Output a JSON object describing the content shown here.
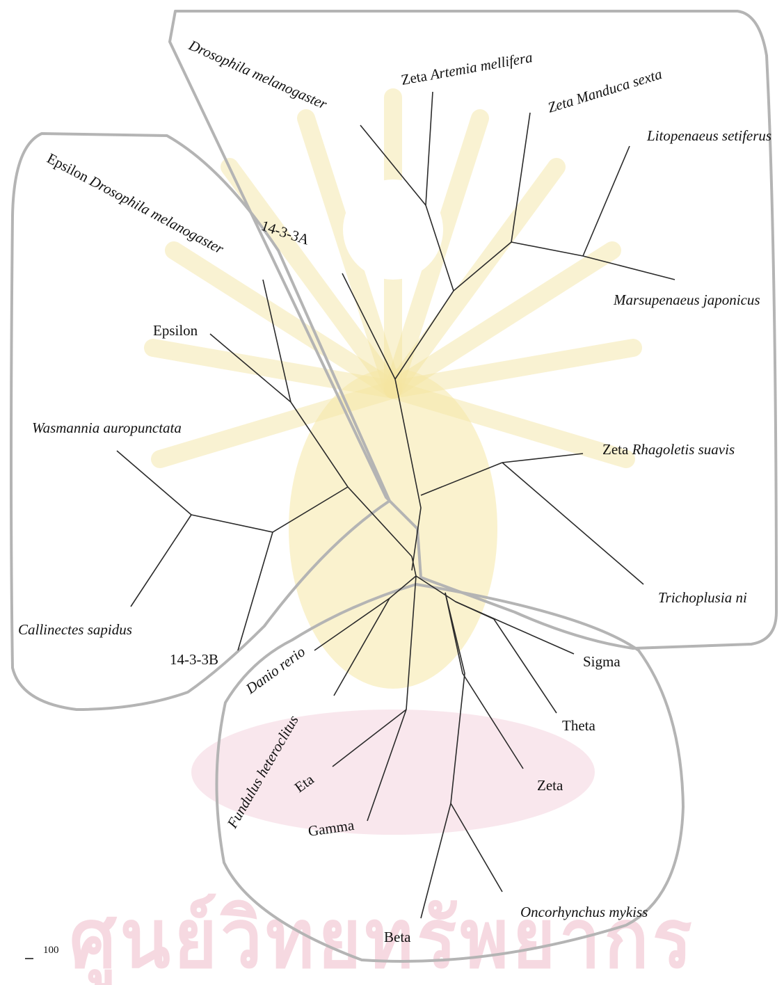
{
  "watermark": {
    "text": "ศูนย์วิทยทรัพยากร",
    "colors": {
      "emblem": "#f6e8a6",
      "oval": "#f6dde6",
      "text": "#f6d9e1"
    }
  },
  "colors": {
    "branch": "#2a2a2a",
    "group_outline": "#b4b4b4",
    "label": "#111111"
  },
  "labels": {
    "drosophila_melanogaster": "Drosophila melanogaster",
    "zeta_artemia_mellifera_prefix": "Zeta ",
    "zeta_artemia_mellifera_species": "Artemia mellifera",
    "zeta_manduca_sexta_prefix": "Zeta ",
    "zeta_manduca_sexta_species": "Manduca sexta",
    "litopenaeus_setiferus": "Litopenaeus setiferus",
    "marsupenaeus_japonicus": "Marsupenaeus japonicus",
    "zeta_rhagoletis_suavis_prefix": "Zeta ",
    "zeta_rhagoletis_suavis_species": "Rhagoletis suavis",
    "trichoplusia_ni": "Trichoplusia ni",
    "epsilon_drosophila_prefix": "Epsilon ",
    "epsilon_drosophila_species": "Drosophila melanogaster",
    "a14_3_3A": "14-3-3A",
    "epsilon": "Epsilon",
    "wasmannia_auropunctata": "Wasmannia auropunctata",
    "callinectes_sapidus": "Callinectes sapidus",
    "a14_3_3B": "14-3-3B",
    "danio_rerio": "Danio rerio",
    "fundulus_heteroclitus": "Fundulus heteroclitus",
    "eta": "Eta",
    "gamma": "Gamma",
    "sigma": "Sigma",
    "theta": "Theta",
    "zeta": "Zeta",
    "oncorhynchus_mykiss": "Oncorhynchus mykiss",
    "beta": "Beta"
  },
  "scale_bar": {
    "label": "100"
  }
}
